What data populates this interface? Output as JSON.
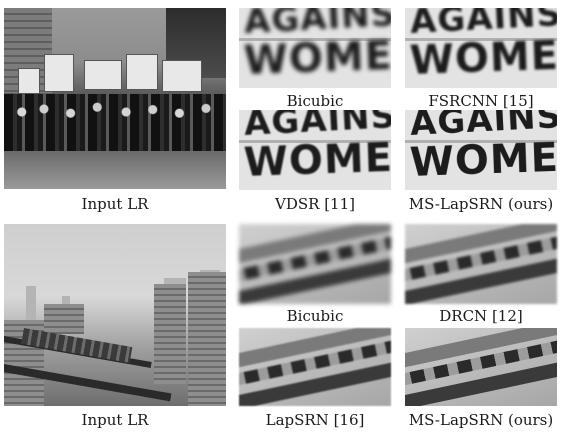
{
  "figure": {
    "captions": {
      "input_top": "Input LR",
      "bicubic_top": "Bicubic",
      "fsrcnn": "FSRCNN [15]",
      "vdsr": "VDSR [11]",
      "mslapsrn_top": "MS-LapSRN (ours)",
      "input_bottom": "Input LR",
      "bicubic_bottom": "Bicubic",
      "drcn": "DRCN [12]",
      "lapsrn": "LapSRN [16]",
      "mslapsrn_bottom": "MS-LapSRN (ours)"
    },
    "sign_text": {
      "line1": "AGAINS",
      "line2": "WOMEN"
    },
    "colors": {
      "background": "#ffffff",
      "caption": "#1a1a1a"
    }
  }
}
